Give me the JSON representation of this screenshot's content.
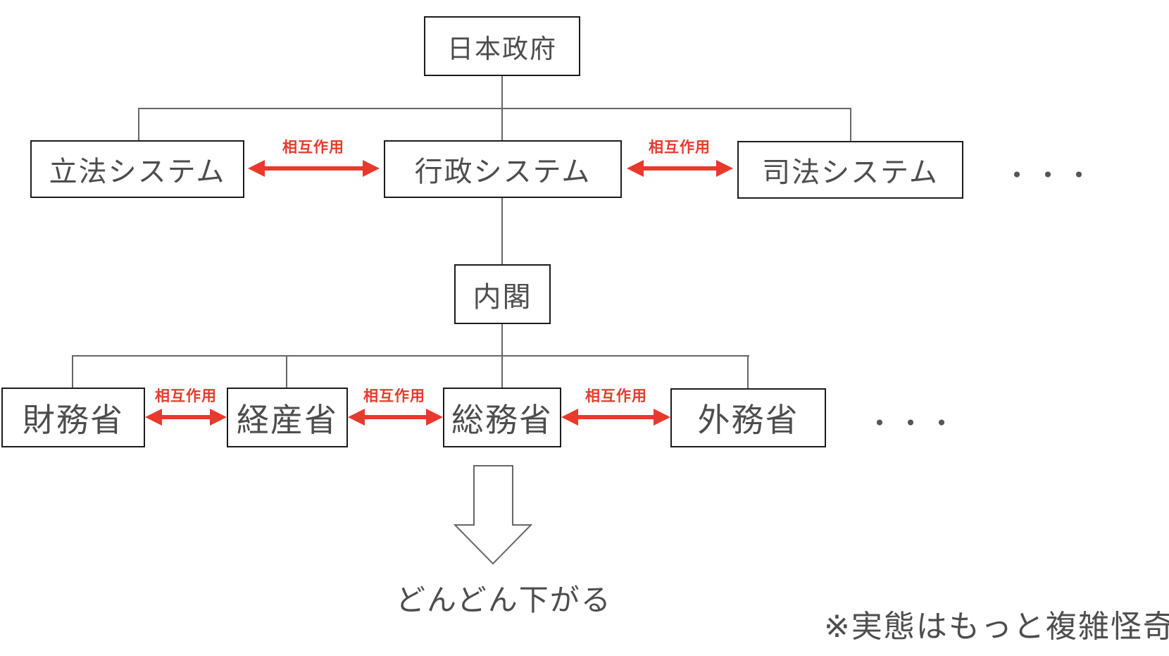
{
  "diagram": {
    "nodes": {
      "government": {
        "label": "日本政府"
      },
      "legislative": {
        "label": "立法システム"
      },
      "executive": {
        "label": "行政システム"
      },
      "judicial": {
        "label": "司法システム"
      },
      "cabinet": {
        "label": "内閣"
      },
      "finance": {
        "label": "財務省"
      },
      "economy": {
        "label": "経産省"
      },
      "internal": {
        "label": "総務省"
      },
      "foreign": {
        "label": "外務省"
      }
    },
    "interaction_label": "相互作用",
    "ellipsis": "・・・",
    "bottom_arrow_caption": "どんどん下がる",
    "footnote": "※実態はもっと複雑怪奇",
    "colors": {
      "accent_red": "#e8392d",
      "line_gray": "#666666",
      "text_gray": "#4d4d4d",
      "box_border": "#1c1c1c"
    }
  }
}
